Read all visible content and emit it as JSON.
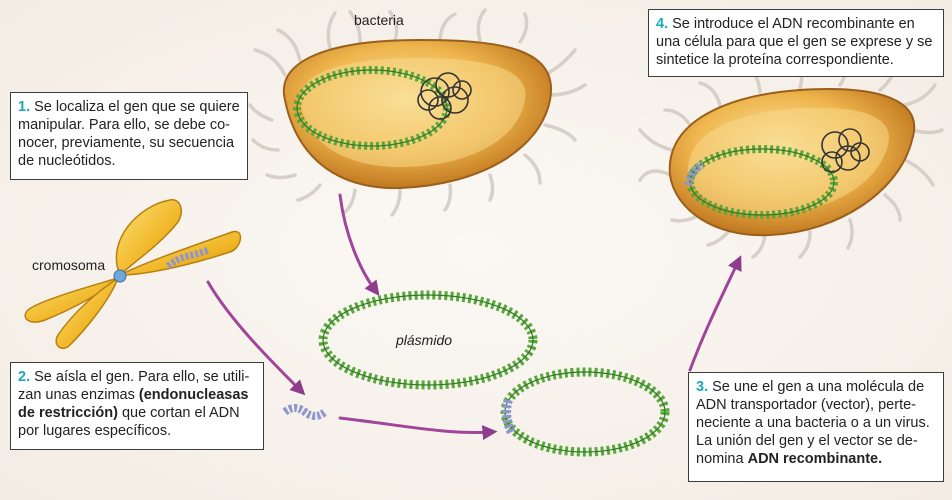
{
  "labels": {
    "bacteria": "bacteria",
    "chromosome": "cromosoma",
    "plasmid": "plásmido"
  },
  "steps": {
    "s1": {
      "number": "1.",
      "text": "Se localiza el gen que se quiere manipular. Para ello, se debe co-nocer, previamente, su secuencia de nucleótidos."
    },
    "s2": {
      "number": "2.",
      "text_a": "Se aísla el gen. Para ello, se utili-zan unas enzimas ",
      "bold": "(endonucleasas de restricción)",
      "text_b": " que cortan el ADN por lugares específicos."
    },
    "s3": {
      "number": "3.",
      "text_a": "Se une el gen a una molécula de ADN transportador (vector), perte-neciente a una bacteria o a un virus. La unión del gen y el vector se de-nomina ",
      "bold": "ADN recombinante."
    },
    "s4": {
      "number": "4.",
      "text": "Se introduce el ADN recombinante en una célula para que el gen se exprese y se sintetice la proteína correspondiente."
    }
  },
  "colors": {
    "step_number": "#1ea9b8",
    "dna_green": "#5aa83a",
    "gene_blue": "#8f96cf",
    "arrow_purple": "#a0459a",
    "bacteria_body": "#e9a637",
    "chromosome": "#f0b826"
  }
}
